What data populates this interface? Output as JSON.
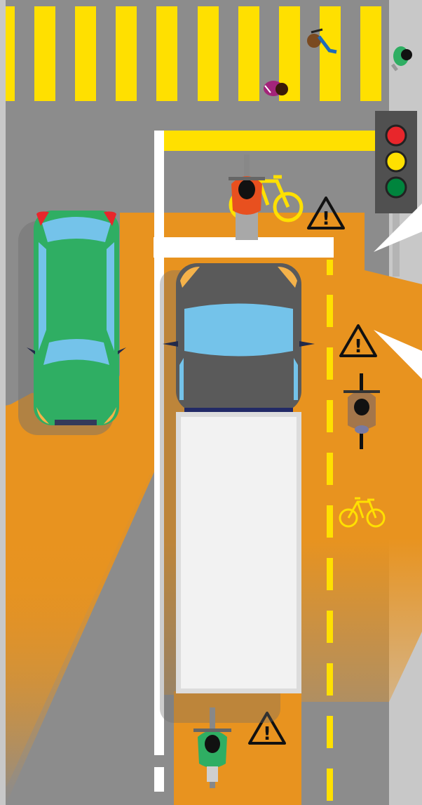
{
  "scene": {
    "warning_symbol": "!",
    "traffic_light": {
      "lamps": [
        "red",
        "yellow",
        "green"
      ],
      "colors": {
        "red": "#e8262b",
        "yellow": "#ffe000",
        "green": "#00843d"
      }
    },
    "palette": {
      "road": "#8c8c8c",
      "sidewalk": "#c8c8c8",
      "crosswalk": "#ffe000",
      "blind_spot": "#e8931f",
      "lane_line": "#ffffff",
      "center_line": "#ffe000",
      "green_car": "#2fae63",
      "truck_cab": "#5a5a5a",
      "truck_box": "#f2f2f2",
      "windshield": "#74c3ea"
    },
    "icons": [
      "traffic-light-icon",
      "warning-sign-icon",
      "bike-lane-symbol-icon",
      "cyclist-icon",
      "pedestrian-icon",
      "car-icon",
      "truck-icon"
    ]
  }
}
